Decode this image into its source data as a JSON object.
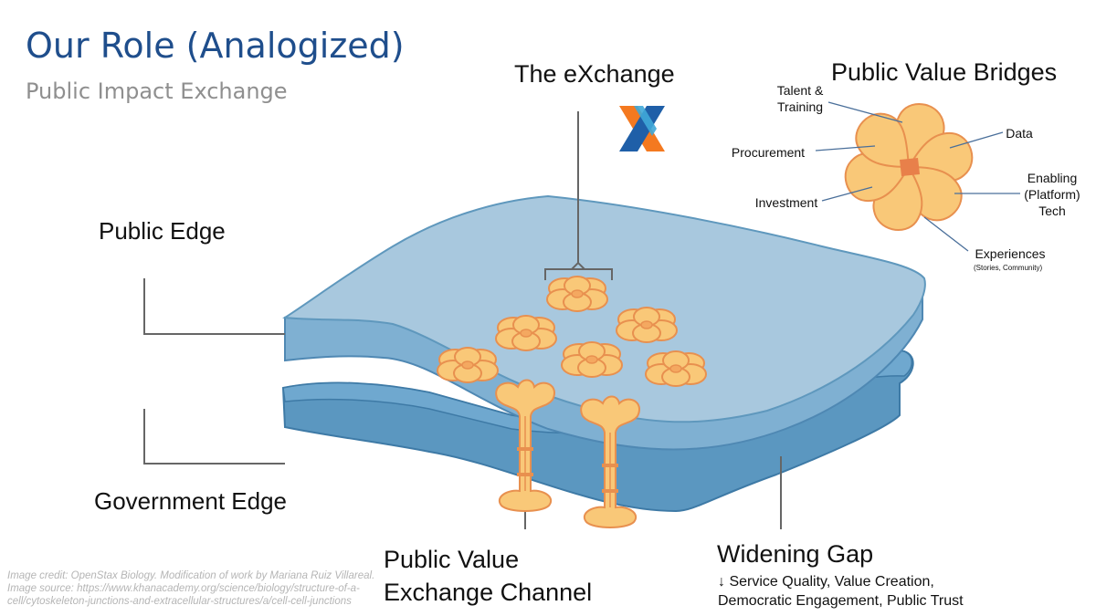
{
  "header": {
    "title": "Our Role (Analogized)",
    "subtitle": "Public Impact Exchange"
  },
  "diagram": {
    "exchange_label": "The eXchange",
    "bridges_title": "Public Value Bridges",
    "public_edge": "Public Edge",
    "government_edge": "Government Edge",
    "channel_line1": "Public Value",
    "channel_line2": "Exchange Channel",
    "gap_title": "Widening Gap",
    "gap_line1": "↓ Service Quality, Value Creation,",
    "gap_line2": "Democratic Engagement, Public Trust"
  },
  "bridges": {
    "talent_line1": "Talent &",
    "talent_line2": "Training",
    "procurement": "Procurement",
    "investment": "Investment",
    "data": "Data",
    "enabling_line1": "Enabling",
    "enabling_line2": "(Platform)",
    "enabling_line3": "Tech",
    "experiences": "Experiences",
    "experiences_sub": "(Stories, Community)"
  },
  "credit": {
    "line1": "Image credit: OpenStax Biology. Modification of work by Mariana Ruiz Villareal.",
    "line2": "Image source: https://www.khanacademy.org/science/biology/structure-of-a-",
    "line3": "cell/cytoskeleton-junctions-and-extracellular-structures/a/cell-cell-junctions"
  },
  "colors": {
    "title": "#1f4e8c",
    "membrane_top": "#a8c8de",
    "membrane_edge": "#5f98bd",
    "membrane_bottom": "#5b97c0",
    "flower_fill": "#f9c878",
    "flower_stroke": "#e8904f",
    "flower_center": "#e8804a",
    "logo_orange": "#f47920",
    "logo_blue": "#1f5fa8",
    "logo_lightblue": "#3fa9d8"
  }
}
